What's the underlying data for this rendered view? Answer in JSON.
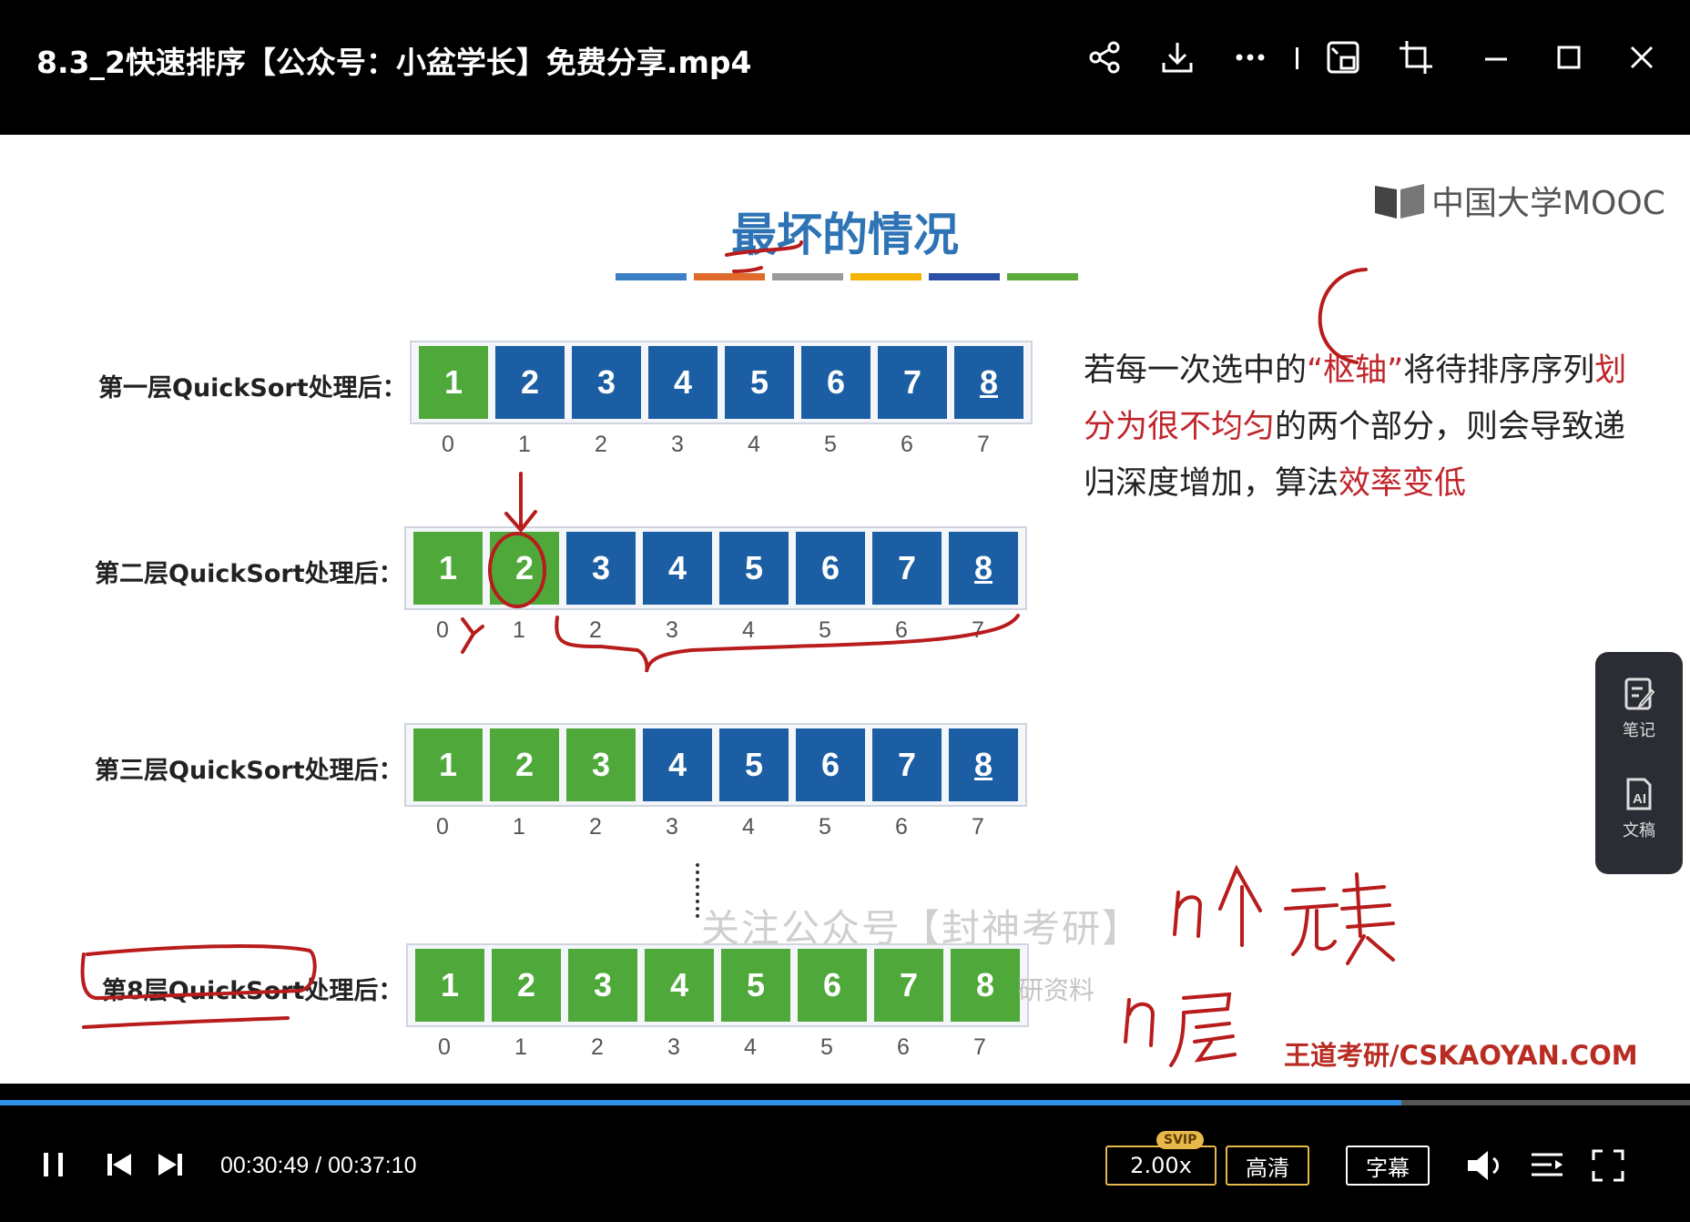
{
  "window": {
    "title": "8.3_2快速排序【公众号：小盆学长】免费分享.mp4",
    "icons": [
      "share-icon",
      "download-icon",
      "more-icon",
      "picture-in-picture-icon",
      "crop-icon",
      "minimize-icon",
      "maximize-icon",
      "close-icon"
    ]
  },
  "slide": {
    "title": "最坏的情况",
    "logo_text": "中国大学MOOC",
    "color_bars": [
      "#3b7fc4",
      "#e06a2a",
      "#9a9a9a",
      "#f2b400",
      "#2b4fa6",
      "#5aaa3c"
    ],
    "rows": [
      {
        "label": "第一层QuickSort处理后：",
        "values": [
          "1",
          "2",
          "3",
          "4",
          "5",
          "6",
          "7",
          "8"
        ],
        "sorted_count": 1,
        "indices": [
          "0",
          "1",
          "2",
          "3",
          "4",
          "5",
          "6",
          "7"
        ]
      },
      {
        "label": "第二层QuickSort处理后：",
        "values": [
          "1",
          "2",
          "3",
          "4",
          "5",
          "6",
          "7",
          "8"
        ],
        "sorted_count": 2,
        "indices": [
          "0",
          "1",
          "2",
          "3",
          "4",
          "5",
          "6",
          "7"
        ]
      },
      {
        "label": "第三层QuickSort处理后：",
        "values": [
          "1",
          "2",
          "3",
          "4",
          "5",
          "6",
          "7",
          "8"
        ],
        "sorted_count": 3,
        "indices": [
          "0",
          "1",
          "2",
          "3",
          "4",
          "5",
          "6",
          "7"
        ]
      },
      {
        "label": "第8层QuickSort处理后：",
        "values": [
          "1",
          "2",
          "3",
          "4",
          "5",
          "6",
          "7",
          "8"
        ],
        "sorted_count": 8,
        "indices": [
          "0",
          "1",
          "2",
          "3",
          "4",
          "5",
          "6",
          "7"
        ]
      }
    ],
    "explanation": {
      "p1": "若每一次选中的",
      "p2": "“枢轴”",
      "p3": "将待排序序列",
      "p4": "划分为",
      "p5": "很不均匀",
      "p6": "的两个部分，则会导致递归深度增加，算法",
      "p7": "效率变低"
    },
    "watermark": "关注公众号【封神考研】",
    "watermark_small": "研资料",
    "footer": "王道考研/CSKAOYAN.COM",
    "annotations": {
      "line1": "n个元素",
      "line2": "n层"
    }
  },
  "side_panel": {
    "notes_label": "笔记",
    "doc_label": "文稿"
  },
  "player": {
    "current_time": "00:30:49",
    "total_time": "00:37:10",
    "time_display": "00:30:49 / 00:37:10",
    "progress": 0.829,
    "speed": "2.00x",
    "svip_badge": "SVIP",
    "quality": "高清",
    "subtitle": "字幕"
  }
}
